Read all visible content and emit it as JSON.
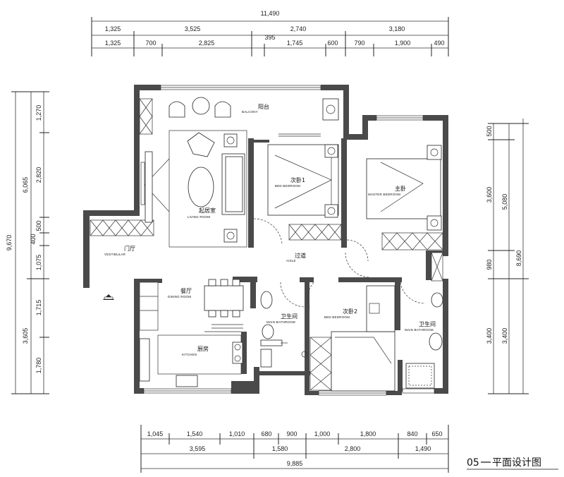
{
  "dimensions": {
    "top_total": "11,490",
    "top_row1": [
      "1,325",
      "3,525",
      "2,740",
      "3,180"
    ],
    "top_row2": [
      "1,325",
      "700",
      "2,825",
      "395",
      "1,745",
      "600",
      "790",
      "1,900",
      "490"
    ],
    "left_total": "9,670",
    "left_col1": [
      "6,065",
      "3,605"
    ],
    "left_col2": [
      "1,270",
      "2,820",
      "500",
      "400",
      "1,075",
      "1,715",
      "1,780"
    ],
    "right_col1": [
      "500",
      "3,600",
      "980",
      "3,400"
    ],
    "right_col2": [
      "5,080",
      "3,400"
    ],
    "right_total": "8,690",
    "bottom_row1": [
      "1,045",
      "1,540",
      "1,010",
      "680",
      "900",
      "1,000",
      "1,800",
      "840",
      "650"
    ],
    "bottom_row2": [
      "3,595",
      "1,580",
      "2,800",
      "1,490"
    ],
    "bottom_total": "9,885"
  },
  "rooms": {
    "balcony": {
      "cn": "阳台",
      "en": "BALCONY"
    },
    "living": {
      "cn": "起居室",
      "en": "LIVING ROOM"
    },
    "bed2": {
      "cn": "次卧1",
      "en": "BED BEDROOM"
    },
    "master": {
      "cn": "主卧",
      "en": "MASTER BEDROOM"
    },
    "vestibule": {
      "cn": "门厅",
      "en": "VESTIBULAR"
    },
    "aisle": {
      "cn": "过道",
      "en": "AISLE"
    },
    "dining": {
      "cn": "餐厅",
      "en": "DINING ROOM"
    },
    "bath1": {
      "cn": "卫生间",
      "en": "MAIN BATHROOM"
    },
    "bed3": {
      "cn": "次卧2",
      "en": "BED BEDROOM"
    },
    "bath2": {
      "cn": "卫生间",
      "en": "MAIN BATHROOM"
    },
    "kitchen": {
      "cn": "厨房",
      "en": "KITCHEN"
    }
  },
  "title": {
    "prefix": "05",
    "text": "平面设计图"
  }
}
